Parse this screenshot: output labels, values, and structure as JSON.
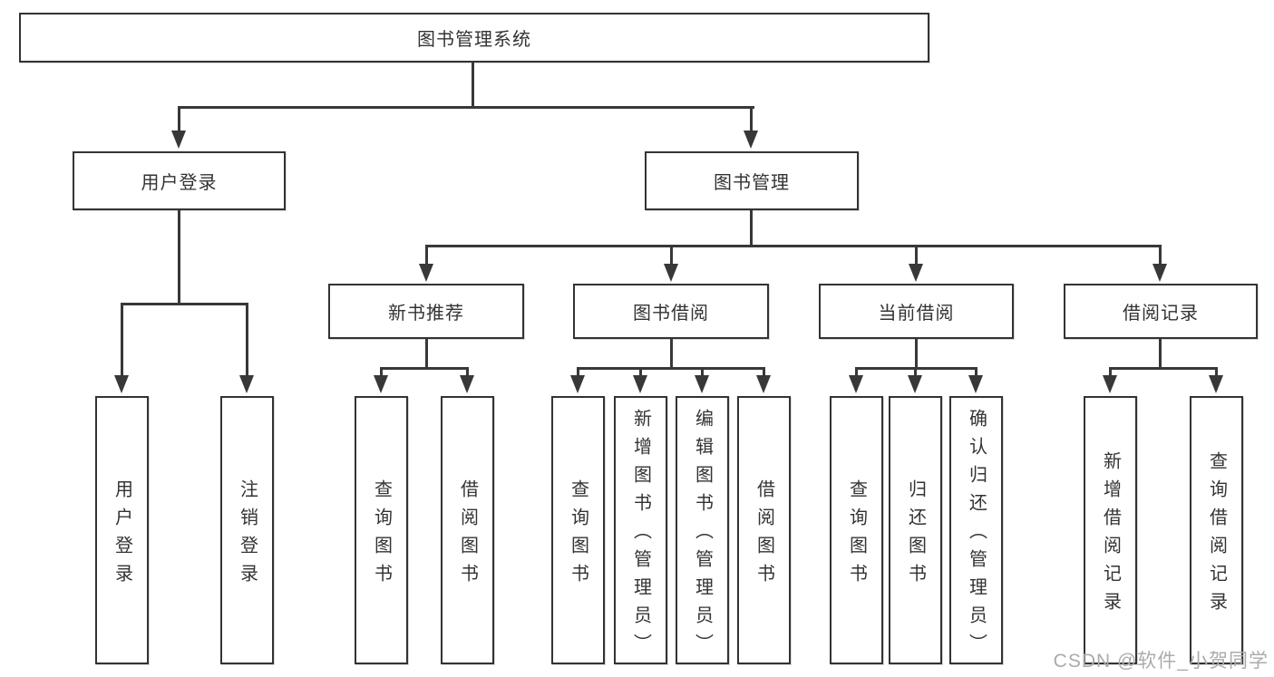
{
  "diagram": {
    "title": "图书管理系统",
    "level2": [
      {
        "label": "用户登录"
      },
      {
        "label": "图书管理"
      }
    ],
    "level3": [
      {
        "label": "新书推荐"
      },
      {
        "label": "图书借阅"
      },
      {
        "label": "当前借阅"
      },
      {
        "label": "借阅记录"
      }
    ],
    "leaves": [
      {
        "label": "用户登录"
      },
      {
        "label": "注销登录"
      },
      {
        "label": "查询图书"
      },
      {
        "label": "借阅图书"
      },
      {
        "label": "查询图书"
      },
      {
        "label": "新增图书（管理员）"
      },
      {
        "label": "编辑图书（管理员）"
      },
      {
        "label": "借阅图书"
      },
      {
        "label": "查询图书"
      },
      {
        "label": "归还图书"
      },
      {
        "label": "确认归还（管理员）"
      },
      {
        "label": "新增借阅记录"
      },
      {
        "label": "查询借阅记录"
      }
    ]
  },
  "watermark": {
    "text": "CSDN @软件_小贺同学"
  },
  "colors": {
    "line": "#383838",
    "text": "#333333",
    "background": "#ffffff",
    "watermark": "#ababab"
  }
}
